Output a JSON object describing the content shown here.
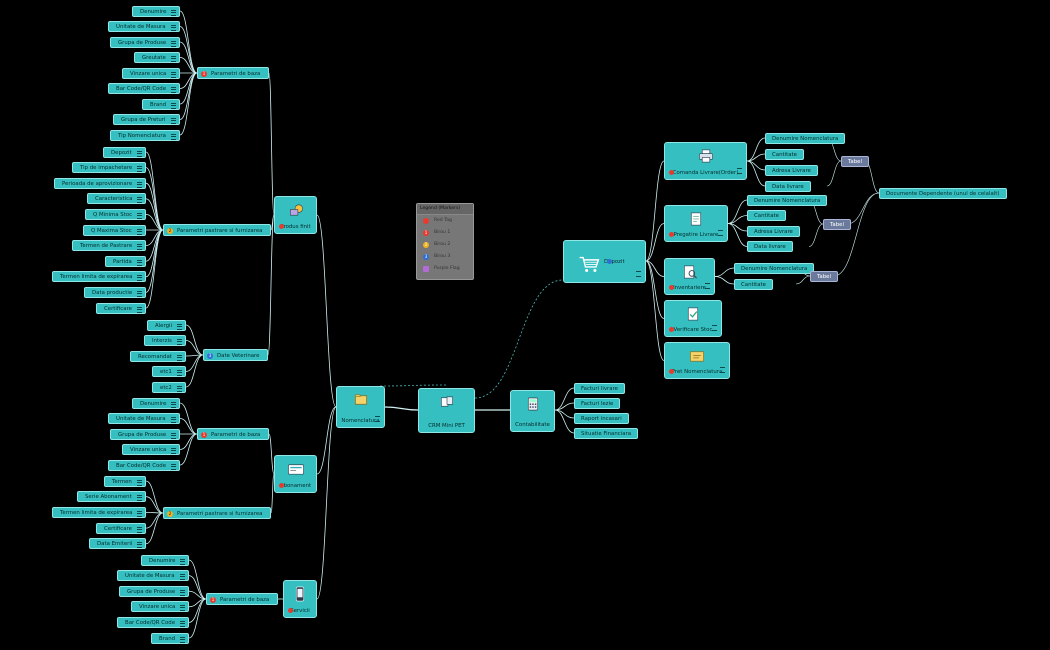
{
  "legend": {
    "title": "Legend (Markers)",
    "items": [
      {
        "label": "Red Tag",
        "marker": "red-tag",
        "color": "#e83b2e"
      },
      {
        "label": "Birou 1",
        "marker": "number-1",
        "color": "#e83b2e",
        "num": "1"
      },
      {
        "label": "Birou 2",
        "marker": "number-2",
        "color": "#f0b21e",
        "num": "2"
      },
      {
        "label": "Birou 3",
        "marker": "number-3",
        "color": "#2f6fd6",
        "num": "3"
      },
      {
        "label": "Purple Flag",
        "marker": "purple-flag",
        "color": "#b36bd6"
      }
    ]
  },
  "root": {
    "label": "CRM Mini PET"
  },
  "nomenclatura": {
    "label": "Nomenclatura"
  },
  "contabilitate": {
    "label": "Contabilitate",
    "children": [
      "Facturi livrare",
      "Facturi lezie",
      "Raport  incasari",
      "Situatie Financiara"
    ]
  },
  "depozit": {
    "label": "Depozit"
  },
  "depozit_children": [
    {
      "label": "Comanda Livrare(Order)",
      "fields": [
        "Denumire Nomenclatura",
        "Cantitate",
        "Adresa Livrare",
        "Data livrare"
      ],
      "tabel": "Tabel"
    },
    {
      "label": "Pregatire Livrare",
      "fields": [
        "Denumire Nomenclatura",
        "Cantitate",
        "Adresa Livrare",
        "Data livrare"
      ],
      "tabel": "Tabel"
    },
    {
      "label": "Inventariere",
      "fields": [
        "Denumire Nomenclatura",
        "Cantitate"
      ],
      "tabel": "Tabel"
    },
    {
      "label": "Verificare Stoc",
      "fields": [],
      "tabel": ""
    },
    {
      "label": "Pret Nomenclatura",
      "fields": [],
      "tabel": ""
    }
  ],
  "dependente": {
    "label": "Documente Dependente (unul de celalalt)"
  },
  "produs_finit": {
    "label": "Produs finit",
    "groups": [
      {
        "label": "Parametri de baza",
        "marker": "1",
        "fields": [
          "Denumire",
          "Unitate de Masura",
          "Grupa de Produse",
          "Greutate",
          "Vinzare unica",
          "Bar Code/QR Code",
          "Brand",
          "Grupa de Preturi",
          "Tip Nomenclatura"
        ]
      },
      {
        "label": "Parametri pastrare si furnizarea",
        "marker": "2",
        "fields": [
          "Depozit",
          "Tip de impachetare",
          "Perioada de aprovizionare",
          "Caracteristica",
          "Q Minima Stoc",
          "Q Maxima Stoc",
          "Termen de Pastrare",
          "Partida",
          "Termen limita de expirarea",
          "Data productie",
          "Certificare"
        ]
      },
      {
        "label": "Date Veterinare",
        "marker": "3",
        "fields": [
          "Alergii",
          "Interzis",
          "Recomandat",
          "etc1",
          "etc2"
        ]
      }
    ]
  },
  "abonament": {
    "label": "Abonament",
    "groups": [
      {
        "label": "Parametri de baza",
        "marker": "1",
        "fields": [
          "Denumire",
          "Unitate de Masura",
          "Grupa de Produse",
          "Vinzare unica",
          "Bar Code/QR Code"
        ]
      },
      {
        "label": "Parametri pastrare si furnizarea",
        "marker": "2",
        "fields": [
          "Termen",
          "Serie Abonament",
          "Termen limita de expirarea",
          "Certificare",
          "Data Emiterii"
        ]
      }
    ]
  },
  "servicii": {
    "label": "Servicii",
    "groups": [
      {
        "label": "Parametri de baza",
        "marker": "1",
        "fields": [
          "Denumire",
          "Unitate de Masura",
          "Grupa de Produse",
          "Vinzare unica",
          "Bar Code/QR Code",
          "Brand"
        ]
      }
    ]
  }
}
